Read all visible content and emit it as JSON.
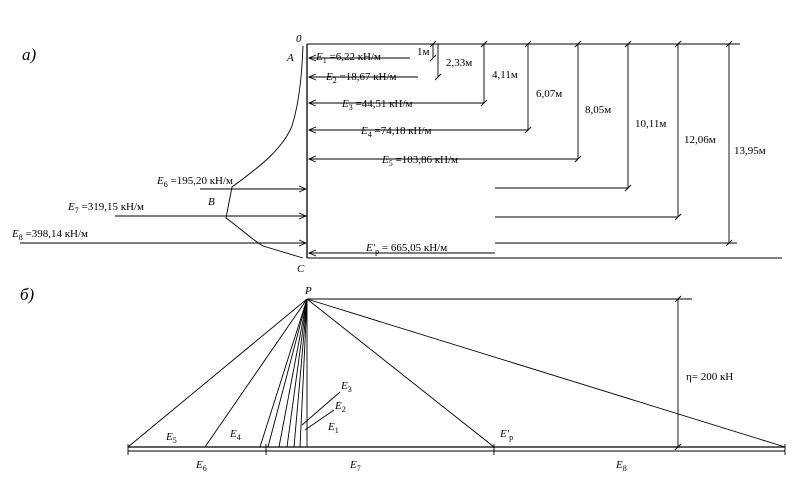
{
  "parts": {
    "a": "а)",
    "b": "б)"
  },
  "points": {
    "zero": "0",
    "A": "A",
    "B": "B",
    "C": "C",
    "P": "P"
  },
  "forces": [
    {
      "sym": "E",
      "sub": "1",
      "val": " =6,22 кН/м"
    },
    {
      "sym": "E",
      "sub": "2",
      "val": " =18,67 кН/м"
    },
    {
      "sym": "E",
      "sub": "3",
      "val": " =44,51 кН/м"
    },
    {
      "sym": "E",
      "sub": "4",
      "val": " =74,18 кН/м"
    },
    {
      "sym": "E",
      "sub": "5",
      "val": " =103,86 кН/м"
    },
    {
      "sym": "E",
      "sub": "6",
      "val": " =195,20 кН/м"
    },
    {
      "sym": "E",
      "sub": "7",
      "val": " =319,15 кН/м"
    },
    {
      "sym": "E",
      "sub": "8",
      "val": " =398,14 кН/м"
    }
  ],
  "resultant": {
    "sym": "E′",
    "sub": "p",
    "val": " = 665,05 кН/м"
  },
  "depths": [
    "1м",
    "2,33м",
    "4,11м",
    "6,07м",
    "8,05м",
    "10,11м",
    "12,06м",
    "13,95м"
  ],
  "polygon": {
    "eta": "η= 200 кН",
    "labels": [
      {
        "sym": "E",
        "sub": "5"
      },
      {
        "sym": "E",
        "sub": "4"
      },
      {
        "sym": "E",
        "sub": "3"
      },
      {
        "sym": "E",
        "sub": "2"
      },
      {
        "sym": "E",
        "sub": "1"
      },
      {
        "sym": "E′",
        "sub": "p"
      }
    ],
    "segments": [
      {
        "sym": "E",
        "sub": "6"
      },
      {
        "sym": "E",
        "sub": "7"
      },
      {
        "sym": "E",
        "sub": "8"
      }
    ]
  }
}
